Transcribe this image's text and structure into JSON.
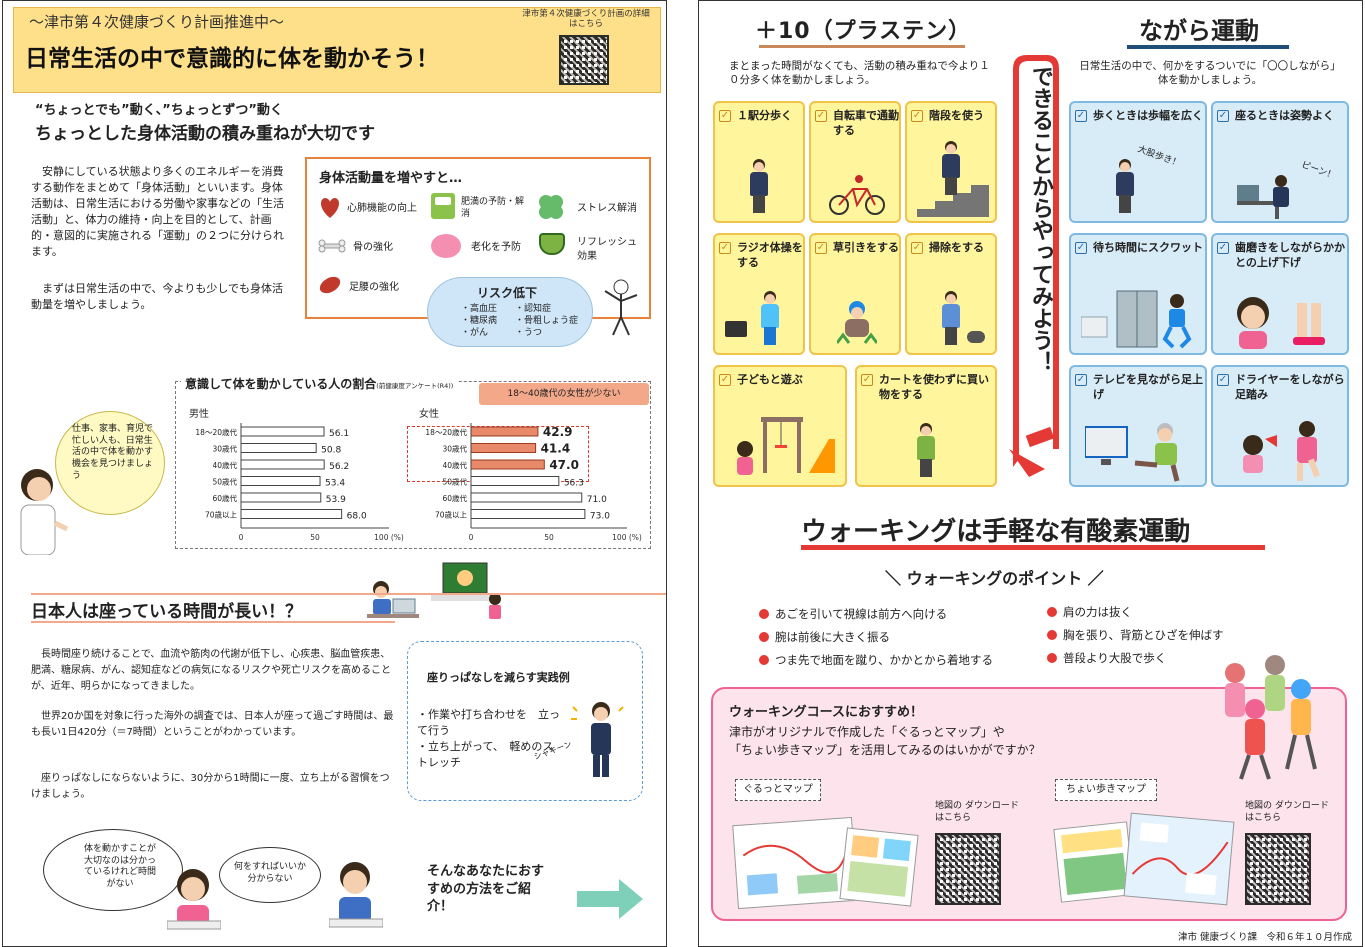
{
  "left": {
    "header": {
      "subtitle": "～津市第４次健康づくり計画推進中～",
      "title": "日常生活の中で意識的に体を動かそう！",
      "qr_caption": "津市第４次健康づくり計画の詳細はこちら"
    },
    "intro": {
      "tagline": "“ちょっとでも”動く、”ちょっとずつ”動く",
      "heading": "ちょっとした身体活動の積み重ねが大切です",
      "para1": "安静にしている状態より多くのエネルギーを消費する動作をまとめて「身体活動」といいます。身体活動は、日常生活における労働や家事などの「生活活動」と、体力の維持・向上を目的として、計画的・意図的に実施される「運動」の２つに分けられます。",
      "para2": "まずは日常生活の中で、今よりも少しでも身体活動量を増やしましょう。"
    },
    "benefits": {
      "title": "身体活動量を増やすと…",
      "items": [
        "心肺機能の向上",
        "肥満の予防・解消",
        "ストレス解消",
        "骨の強化",
        "老化を予防",
        "リフレッシュ効果",
        "足腰の強化"
      ],
      "risk_title": "リスク低下",
      "risks": [
        "・高血圧",
        "・認知症",
        "・糖尿病",
        "・骨粗しょう症",
        "・がん",
        "・うつ"
      ]
    },
    "speech": "仕事、家事、育児で忙しい人も、日常生活の中で体を動かす機会を見つけましょう",
    "chart_section": {
      "title": "意識して体を動かしている人の割合",
      "source": "(前健康度アンケート(R4))",
      "callout": "18～40歳代の女性が少ない"
    },
    "sitting": {
      "heading": "日本人は座っている時間が長い！？",
      "para1": "長時間座り続けることで、血流や筋肉の代謝が低下し、心疾患、脳血管疾患、肥満、糖尿病、がん、認知症などの病気になるリスクや死亡リスクを高めることが、近年、明らかになってきました。",
      "para2": "世界20か国を対象に行った海外の調査では、日本人が座って過ごす時間は、最も長い1日420分（＝7時間）ということがわかっています。",
      "para3": "座りっぱなしにならないように、30分から1時間に一度、立ち上がる習慣をつけましょう。",
      "practice_title": "座りっぱなしを減らす実践例",
      "practice1": "・作業や打ち合わせを　立って行う",
      "practice2": "・立ち上がって、　軽めのストレッチ",
      "sfx": "シャキーン"
    },
    "bubbles": {
      "b1": "体を動かすことが大切なのは分かっているけれど時間がない",
      "b2": "何をすればいいか分からない"
    },
    "cta": "そんなあなたにおすすめの方法をご紹介！"
  },
  "chart_data": [
    {
      "type": "bar",
      "title": "男性",
      "categories": [
        "18～20歳代",
        "30歳代",
        "40歳代",
        "50歳代",
        "60歳代",
        "70歳以上"
      ],
      "values": [
        56.1,
        50.8,
        56.2,
        53.4,
        53.9,
        68.0
      ],
      "value_labels": [
        "56.1",
        "50.8",
        "56.2",
        "53.4",
        "53.9",
        "68.0"
      ],
      "xlim": [
        0,
        100
      ],
      "ticks": [
        "0",
        "50",
        "100 (%)"
      ]
    },
    {
      "type": "bar",
      "title": "女性",
      "categories": [
        "18～20歳代",
        "30歳代",
        "40歳代",
        "50歳代",
        "60歳代",
        "70歳以上"
      ],
      "values": [
        42.9,
        41.4,
        47.0,
        56.3,
        71.0,
        73.0
      ],
      "value_labels": [
        "42.9",
        "41.4",
        "47.0",
        "56.3",
        "71.0",
        "73.0"
      ],
      "highlighted": [
        0,
        1,
        2
      ],
      "highlight_color": "#e88a6a",
      "xlim": [
        0,
        100
      ],
      "ticks": [
        "0",
        "50",
        "100 (%)"
      ]
    }
  ],
  "right": {
    "plus10": {
      "title": "＋10（プラステン）",
      "desc": "まとまった時間がなくても、活動の積み重ねで今より１０分多く体を動かしましょう。",
      "cards": [
        "１駅分歩く",
        "自転車で通勤する",
        "階段を使う",
        "ラジオ体操をする",
        "草引きをする",
        "掃除をする",
        "子どもと遊ぶ",
        "カートを使わずに買い物をする"
      ]
    },
    "banner": "できることからやってみよう！",
    "nagara": {
      "title": "ながら運動",
      "desc": "日常生活の中で、何かをするついでに「〇〇しながら」体を動かしましょう。",
      "cards": [
        "歩くときは歩幅を広く",
        "座るときは姿勢よく",
        "待ち時間にスクワット",
        "歯磨きをしながらかかとの上げ下げ",
        "テレビを見ながら足上げ",
        "ドライヤーをしながら足踏み"
      ],
      "sfx1": "大股歩き！",
      "sfx2": "ピーン！"
    },
    "walking": {
      "title": "ウォーキングは手軽な有酸素運動",
      "points_title": "＼ ウォーキングのポイント ／",
      "points": [
        "あごを引いて視線は前方へ向ける",
        "肩の力は抜く",
        "腕は前後に大きく振る",
        "胸を張り、背筋とひざを伸ばす",
        "つま先で地面を蹴り、かかとから着地する",
        "普段より大股で歩く"
      ]
    },
    "course": {
      "title": "ウォーキングコースにおすすめ！",
      "desc1": "津市がオリジナルで作成した「ぐるっとマップ」や",
      "desc2": "「ちょい歩きマップ」を活用してみるのはいかがですか？",
      "map1": "ぐるっとマップ",
      "map2": "ちょい歩きマップ",
      "dl1": "地図の ダウンロードはこちら",
      "dl2": "地図の ダウンロードはこちら"
    },
    "footer": "津市 健康づくり課　令和６年１０月作成"
  }
}
